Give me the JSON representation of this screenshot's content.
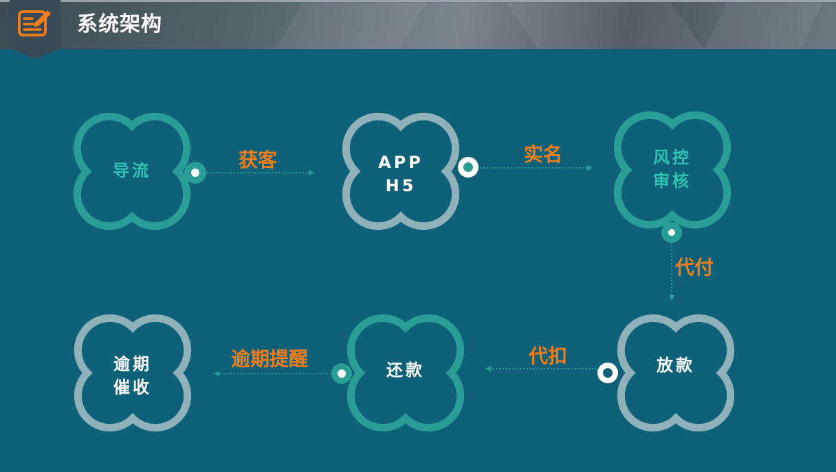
{
  "header": {
    "title": "系统架构",
    "icon": "edit-document-icon"
  },
  "colors": {
    "background": "#0e6178",
    "teal": "#2a9d96",
    "gray": "#8fb1ba",
    "orange": "#f07d1b",
    "label_teal": "#2fc2b0",
    "label_white": "#ffffff"
  },
  "nodes": {
    "daoliu": {
      "lines": [
        "导流"
      ]
    },
    "app": {
      "lines": [
        "APP",
        "H5"
      ]
    },
    "fengkong": {
      "lines": [
        "风控",
        "审核"
      ]
    },
    "fangkuan": {
      "lines": [
        "放款"
      ]
    },
    "huankuan": {
      "lines": [
        "还款"
      ]
    },
    "yuqi": {
      "lines": [
        "逾期",
        "催收"
      ]
    }
  },
  "edges": {
    "huoke": "获客",
    "shiming": "实名",
    "daifu": "代付",
    "daikou": "代扣",
    "yuqi_tixing": "逾期提醒"
  }
}
